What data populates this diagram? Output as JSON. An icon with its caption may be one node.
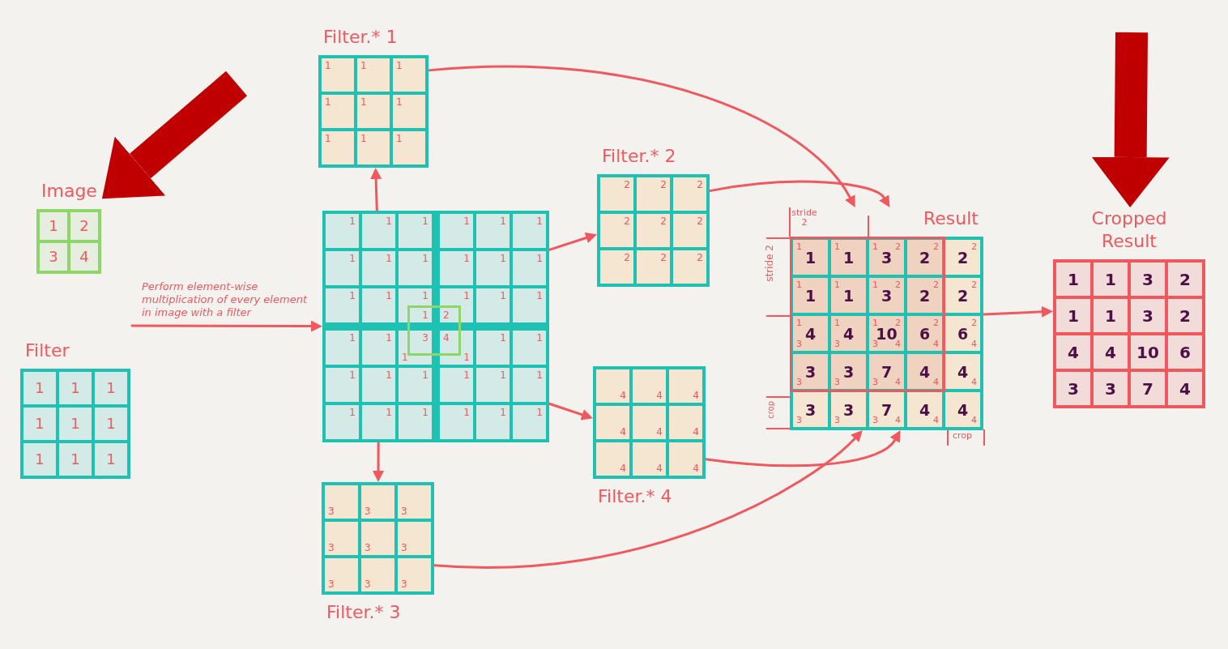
{
  "diagram": {
    "nodes": [
      {
        "text": [
          "Image"
        ]
      },
      {
        "text": [
          "1"
        ],
        "in": 0
      },
      {
        "text": [
          "2"
        ],
        "in": 0
      },
      {
        "text": [
          "3"
        ],
        "in": 0
      },
      {
        "text": [
          "4"
        ],
        "in": 0
      },
      {
        "text": [
          "Filter"
        ]
      },
      {
        "text": [
          "1"
        ],
        "in": 5
      },
      {
        "text": [
          "1"
        ],
        "in": 5
      },
      {
        "text": [
          "1"
        ],
        "in": 5
      },
      {
        "text": [
          "1"
        ],
        "in": 5
      },
      {
        "text": [
          "1"
        ],
        "in": 5
      },
      {
        "text": [
          "1"
        ],
        "in": 5
      },
      {
        "text": [
          "1"
        ],
        "in": 5
      },
      {
        "text": [
          "1"
        ],
        "in": 5
      },
      {
        "text": [
          "1"
        ],
        "in": 5
      },
      {
        "text": [
          "Filter.* 1"
        ]
      },
      {
        "text": [
          "1"
        ],
        "in": 15
      },
      {
        "text": [
          "1"
        ],
        "in": 15
      },
      {
        "text": [
          "1"
        ],
        "in": 15
      },
      {
        "text": [
          "1"
        ],
        "in": 15
      },
      {
        "text": [
          "1"
        ],
        "in": 15
      },
      {
        "text": [
          "1"
        ],
        "in": 15
      },
      {
        "text": [
          "1"
        ],
        "in": 15
      },
      {
        "text": [
          "1"
        ],
        "in": 15
      },
      {
        "text": [
          "1"
        ],
        "in": 15
      },
      {
        "text": [],
        "shape": "box"
      },
      {
        "text": [],
        "shape": "box",
        "in": 25
      },
      {
        "text": [
          "1"
        ],
        "in": 26
      },
      {
        "text": [
          "1"
        ],
        "in": 26
      },
      {
        "text": [
          "1"
        ],
        "in": 26
      },
      {
        "text": [
          "1"
        ],
        "in": 26
      },
      {
        "text": [
          "1"
        ],
        "in": 26
      },
      {
        "text": [
          "1"
        ],
        "in": 26
      },
      {
        "text": [
          "1"
        ],
        "in": 26
      },
      {
        "text": [
          "1"
        ],
        "in": 26
      },
      {
        "text": [
          "1",
          "1"
        ],
        "in": 26
      },
      {
        "text": [],
        "shape": "box",
        "in": 25
      },
      {
        "text": [
          "1"
        ],
        "in": 36
      },
      {
        "text": [
          "1"
        ],
        "in": 36
      },
      {
        "text": [
          "1"
        ],
        "in": 36
      },
      {
        "text": [
          "1"
        ],
        "in": 36
      },
      {
        "text": [
          "1"
        ],
        "in": 36
      },
      {
        "text": [
          "1"
        ],
        "in": 36
      },
      {
        "text": [
          "1",
          "2"
        ],
        "in": 36
      },
      {
        "text": [
          "1"
        ],
        "in": 36
      },
      {
        "text": [
          "1"
        ],
        "in": 36
      },
      {
        "text": [],
        "shape": "box",
        "in": 25
      },
      {
        "text": [
          "1"
        ],
        "in": 46
      },
      {
        "text": [
          "1"
        ],
        "in": 46
      },
      {
        "text": [
          "3",
          "1"
        ],
        "in": 46
      },
      {
        "text": [
          "1"
        ],
        "in": 46
      },
      {
        "text": [
          "1"
        ],
        "in": 46
      },
      {
        "text": [
          "1"
        ],
        "in": 46
      },
      {
        "text": [
          "1"
        ],
        "in": 46
      },
      {
        "text": [
          "1"
        ],
        "in": 46
      },
      {
        "text": [
          "1"
        ],
        "in": 46
      },
      {
        "text": [],
        "shape": "box",
        "in": 25
      },
      {
        "text": [
          "4",
          "1"
        ],
        "in": 56
      },
      {
        "text": [
          "1"
        ],
        "in": 56
      },
      {
        "text": [
          "1"
        ],
        "in": 56
      },
      {
        "text": [
          "1"
        ],
        "in": 56
      },
      {
        "text": [
          "1"
        ],
        "in": 56
      },
      {
        "text": [
          "1"
        ],
        "in": 56
      },
      {
        "text": [
          "1"
        ],
        "in": 56
      },
      {
        "text": [
          "1"
        ],
        "in": 56
      },
      {
        "text": [
          "1"
        ],
        "in": 56
      },
      {
        "text": [
          "Filter.* 2"
        ]
      },
      {
        "text": [
          "2"
        ],
        "in": 66
      },
      {
        "text": [
          "2"
        ],
        "in": 66
      },
      {
        "text": [
          "2"
        ],
        "in": 66
      },
      {
        "text": [
          "2"
        ],
        "in": 66
      },
      {
        "text": [
          "2"
        ],
        "in": 66
      },
      {
        "text": [
          "2"
        ],
        "in": 66
      },
      {
        "text": [
          "2"
        ],
        "in": 66
      },
      {
        "text": [
          "2"
        ],
        "in": 66
      },
      {
        "text": [
          "2"
        ],
        "in": 66
      },
      {
        "text": [
          "Filter.* 4"
        ]
      },
      {
        "text": [
          "4"
        ],
        "in": 76
      },
      {
        "text": [
          "4"
        ],
        "in": 76
      },
      {
        "text": [
          "4"
        ],
        "in": 76
      },
      {
        "text": [
          "4"
        ],
        "in": 76
      },
      {
        "text": [
          "4"
        ],
        "in": 76
      },
      {
        "text": [
          "4"
        ],
        "in": 76
      },
      {
        "text": [
          "4"
        ],
        "in": 76
      },
      {
        "text": [
          "4"
        ],
        "in": 76
      },
      {
        "text": [
          "4"
        ],
        "in": 76
      },
      {
        "text": [
          "Filter.* 3"
        ]
      },
      {
        "text": [
          "3"
        ],
        "in": 86
      },
      {
        "text": [
          "3"
        ],
        "in": 86
      },
      {
        "text": [
          "3"
        ],
        "in": 86
      },
      {
        "text": [
          "3"
        ],
        "in": 86
      },
      {
        "text": [
          "3"
        ],
        "in": 86
      },
      {
        "text": [
          "3"
        ],
        "in": 86
      },
      {
        "text": [
          "3"
        ],
        "in": 86
      },
      {
        "text": [
          "3"
        ],
        "in": 86
      },
      {
        "text": [
          "3"
        ],
        "in": 86
      },
      {
        "text": [
          "Result"
        ]
      },
      {
        "text": [
          "1",
          "1"
        ],
        "in": 96
      },
      {
        "text": [
          "1",
          "1"
        ],
        "in": 96
      },
      {
        "text": [
          "1",
          "2",
          "3"
        ],
        "in": 96
      },
      {
        "text": [
          "2",
          "2"
        ],
        "in": 96
      },
      {
        "text": [
          "2",
          "2"
        ],
        "in": 96
      },
      {
        "text": [
          "1",
          "1"
        ],
        "in": 96
      },
      {
        "text": [
          "1",
          "1"
        ],
        "in": 96
      },
      {
        "text": [
          "1",
          "2",
          "3"
        ],
        "in": 96
      },
      {
        "text": [
          "2",
          "2"
        ],
        "in": 96
      },
      {
        "text": [
          "2",
          "2"
        ],
        "in": 96
      },
      {
        "text": [
          "1",
          "4",
          "3"
        ],
        "in": 96
      },
      {
        "text": [
          "1",
          "4",
          "3"
        ],
        "in": 96
      },
      {
        "text": [
          "1",
          "2",
          "10",
          "3",
          "4"
        ],
        "in": 96
      },
      {
        "text": [
          "2",
          "6",
          "4"
        ],
        "in": 96
      },
      {
        "text": [
          "2",
          "6",
          "4"
        ],
        "in": 96
      },
      {
        "text": [
          "3",
          "3"
        ],
        "in": 96
      },
      {
        "text": [
          "3",
          "3"
        ],
        "in": 96
      },
      {
        "text": [
          "7",
          "3",
          "4"
        ],
        "in": 96
      },
      {
        "text": [
          "4",
          "4"
        ],
        "in": 96
      },
      {
        "text": [
          "4",
          "4"
        ],
        "in": 96
      },
      {
        "text": [
          "3",
          "3"
        ],
        "in": 96
      },
      {
        "text": [
          "3",
          "3"
        ],
        "in": 96
      },
      {
        "text": [
          "7",
          "3",
          "4"
        ],
        "in": 96
      },
      {
        "text": [
          "4",
          "4"
        ],
        "in": 96
      },
      {
        "text": [
          "4",
          "4"
        ],
        "in": 96
      },
      {
        "text": [
          "Cropped Result"
        ]
      },
      {
        "text": [
          "1"
        ],
        "in": 122
      },
      {
        "text": [
          "1"
        ],
        "in": 122
      },
      {
        "text": [
          "3"
        ],
        "in": 122
      },
      {
        "text": [
          "2"
        ],
        "in": 122
      },
      {
        "text": [
          "1"
        ],
        "in": 122
      },
      {
        "text": [
          "1"
        ],
        "in": 122
      },
      {
        "text": [
          "3"
        ],
        "in": 122
      },
      {
        "text": [
          "2"
        ],
        "in": 122
      },
      {
        "text": [
          "4"
        ],
        "in": 122
      },
      {
        "text": [
          "4"
        ],
        "in": 122
      },
      {
        "text": [
          "10"
        ],
        "in": 122
      },
      {
        "text": [
          "6"
        ],
        "in": 122
      },
      {
        "text": [
          "3"
        ],
        "in": 122
      },
      {
        "text": [
          "3"
        ],
        "in": 122
      },
      {
        "text": [
          "7"
        ],
        "in": 122
      },
      {
        "text": [
          "4"
        ],
        "in": 122
      }
    ],
    "edges": [
      {
        "from": null,
        "to": 25,
        "arrow": "to",
        "label": "Perform element-wise multiplication of every element in image with a filter"
      },
      {
        "from": 26,
        "to": 15,
        "arrow": "to"
      },
      {
        "from": 36,
        "to": 66,
        "arrow": "to"
      },
      {
        "from": 46,
        "to": 86,
        "arrow": "to"
      },
      {
        "from": 56,
        "to": 76,
        "arrow": "to"
      },
      {
        "from": 15,
        "to": 96,
        "arrow": "to"
      },
      {
        "from": 66,
        "to": 96,
        "arrow": "to"
      },
      {
        "from": 86,
        "to": 96,
        "arrow": "to"
      },
      {
        "from": 76,
        "to": 96,
        "arrow": "to"
      },
      {
        "from": 96,
        "to": 122,
        "arrow": "to"
      },
      {
        "from": null,
        "to": 0,
        "arrow": "to",
        "style": "thick",
        "color": "#c00000"
      },
      {
        "from": null,
        "to": 122,
        "arrow": "to",
        "style": "thick",
        "color": "#c00000"
      }
    ],
    "labels": [
      "stride 2",
      "stride 2",
      "crop",
      "crop"
    ]
  }
}
